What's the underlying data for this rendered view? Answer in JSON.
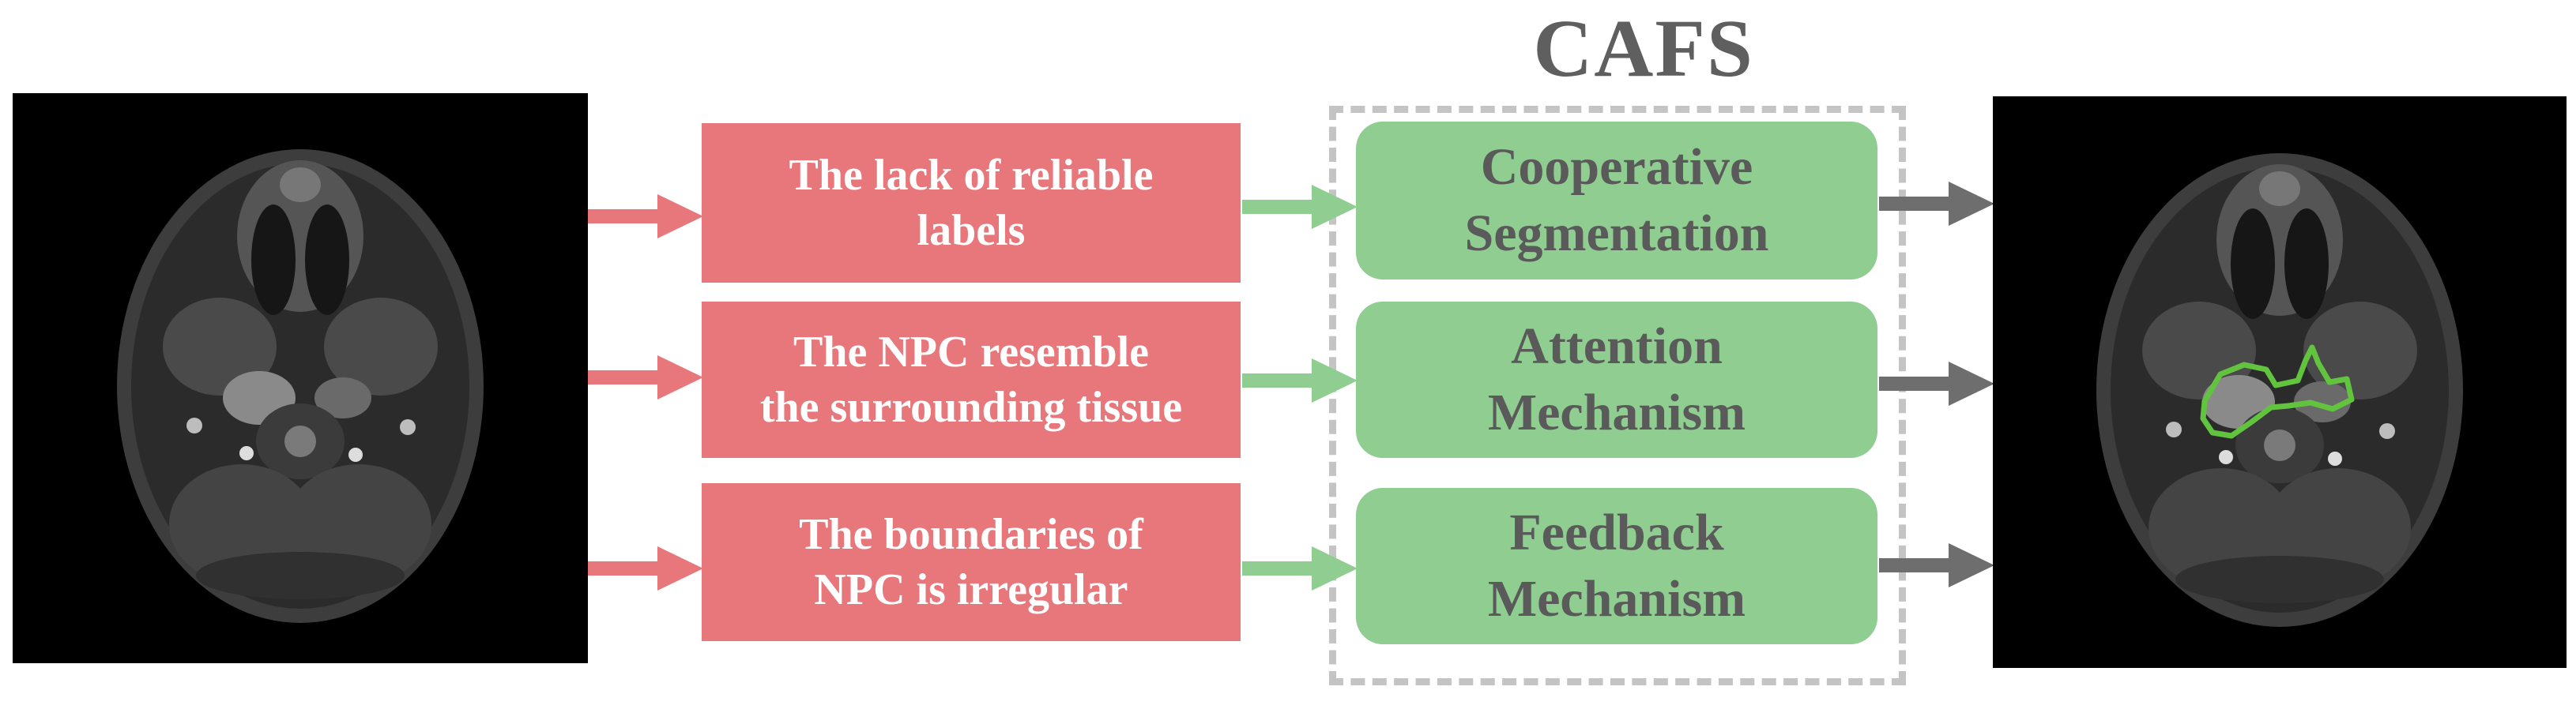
{
  "framework": {
    "title": "CAFS",
    "challenges": [
      "The lack of reliable\nlabels",
      "The NPC resemble\nthe surrounding tissue",
      "The boundaries of\nNPC is irregular"
    ],
    "modules": [
      "Cooperative\nSegmentation",
      "Attention\nMechanism",
      "Feedback\nMechanism"
    ]
  },
  "colors": {
    "challenge_box": "#e8777b",
    "module_box": "#8fcd91",
    "red_arrow": "#e8777b",
    "green_arrow": "#8fcd91",
    "gray_arrow": "#6e6e6e",
    "title": "#5f5f5f",
    "segmentation_contour": "#62c43e"
  },
  "images": {
    "input": "axial-mri-scan",
    "output": "axial-mri-scan-with-npc-segmentation"
  }
}
